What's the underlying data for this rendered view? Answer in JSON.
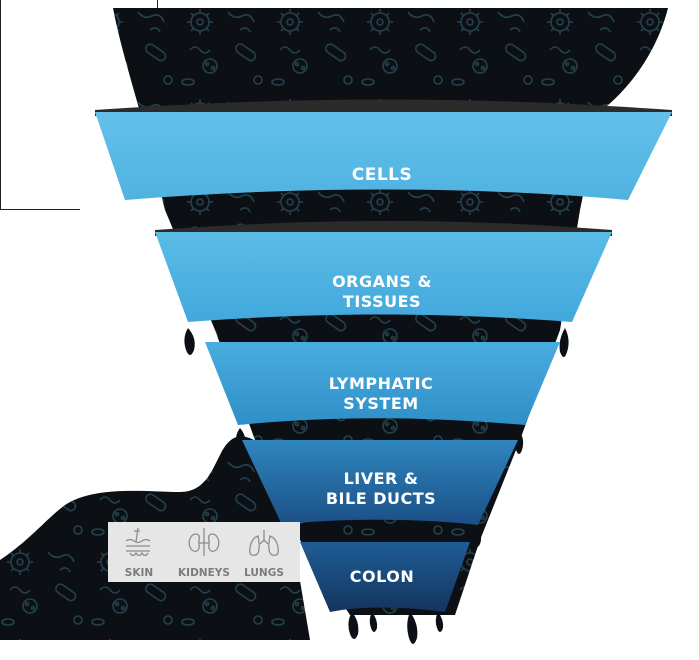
{
  "funnel": {
    "bands": [
      {
        "id": "cells",
        "lines": [
          "CELLS"
        ]
      },
      {
        "id": "organs",
        "lines": [
          "ORGANS &",
          "TISSUES"
        ]
      },
      {
        "id": "lymphatic",
        "lines": [
          "LYMPHATIC",
          "SYSTEM"
        ]
      },
      {
        "id": "liver",
        "lines": [
          "LIVER &",
          "BILE DUCTS"
        ]
      },
      {
        "id": "colon",
        "lines": [
          "COLON"
        ]
      }
    ],
    "colors": {
      "dark_fill": "#0c1014",
      "pattern_stroke": "#25404a",
      "band_light": "#5ab9e4",
      "band_mid": "#3aa4d8",
      "band_dark": "#1b5f97",
      "band_deepest": "#163f73",
      "band_shadow": "#2b2b2b",
      "label_panel": "#e6e6e6",
      "label_text": "#7a7d80"
    }
  },
  "exit_organs": {
    "items": [
      {
        "label": "SKIN",
        "icon": "skin-icon"
      },
      {
        "label": "KIDNEYS",
        "icon": "kidneys-icon"
      },
      {
        "label": "LUNGS",
        "icon": "lungs-icon"
      }
    ]
  }
}
